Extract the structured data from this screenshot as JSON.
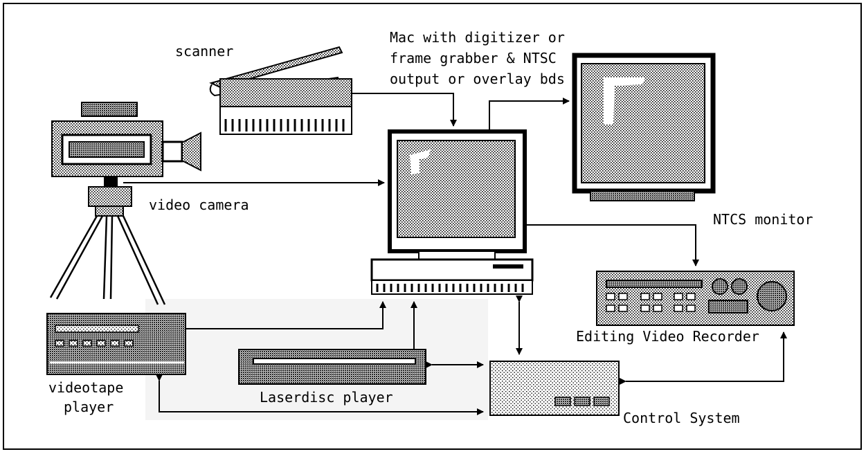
{
  "labels": {
    "scanner": "scanner",
    "mac_line1": "Mac with digitizer or",
    "mac_line2": "frame grabber & NTSC",
    "mac_line3": "output or overlay bds",
    "video_camera": "video camera",
    "ntcs_monitor": "NTCS monitor",
    "editing_video_recorder": "Editing Video Recorder",
    "videotape_line1": "videotape",
    "videotape_line2": "player",
    "laserdisc_player": "Laserdisc player",
    "control_system": "Control System"
  },
  "colors": {
    "ink": "#000000",
    "paper": "#ffffff",
    "smudge": "#f4f4f4"
  }
}
